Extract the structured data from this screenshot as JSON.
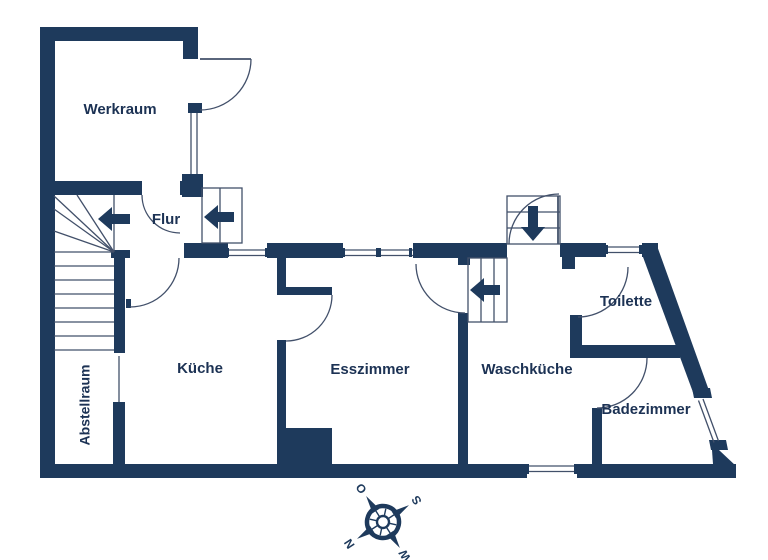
{
  "plan": {
    "rooms": {
      "werkraum": "Werkraum",
      "flur": "Flur",
      "kueche": "Küche",
      "esszimmer": "Esszimmer",
      "waschkueche": "Waschküche",
      "toilette": "Toilette",
      "badezimmer": "Badezimmer",
      "abstellraum": "Abstellraum"
    }
  },
  "compass": {
    "n": "N",
    "o": "O",
    "s": "S",
    "w": "W"
  },
  "colors": {
    "wall": "#1e3a5c",
    "line": "#42506a",
    "text": "#1c3254",
    "background": "#ffffff"
  }
}
